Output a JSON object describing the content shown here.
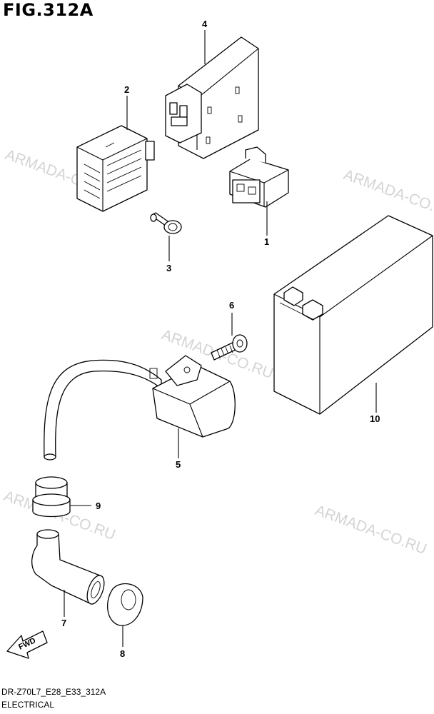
{
  "figure": {
    "title": "FIG.312A",
    "model_code": "DR-Z70L7_E28_E33_312A",
    "section": "ELECTRICAL"
  },
  "watermark": "ARMADA-CO.RU",
  "fwd_label": "FWD",
  "callouts": [
    "1",
    "2",
    "3",
    "4",
    "5",
    "6",
    "7",
    "8",
    "9",
    "10"
  ],
  "icons": {
    "fwd_arrow": "fwd-arrow-icon"
  }
}
